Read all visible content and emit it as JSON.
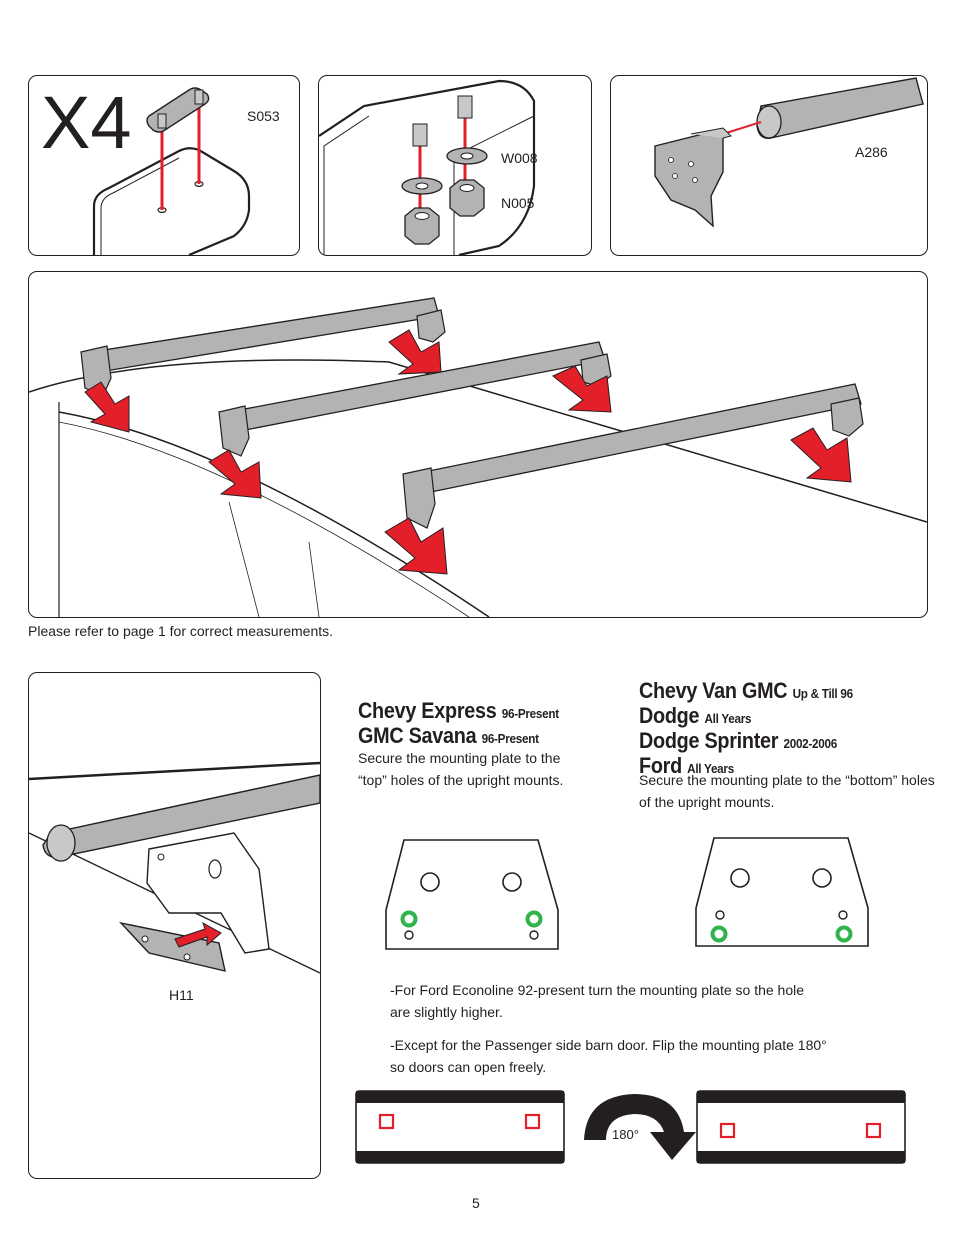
{
  "panels": {
    "s053": {
      "qty": "X4",
      "label": "S053"
    },
    "hardware": {
      "washer_label": "W008",
      "nut_label": "N005"
    },
    "a286": {
      "label": "A286"
    }
  },
  "notes": {
    "measurements": "Please refer to page 1 for correct measurements."
  },
  "h11": {
    "label": "H11"
  },
  "section_top": {
    "lines": [
      {
        "big": "Chevy Express",
        "small": "96-Present"
      },
      {
        "big": "GMC Savana",
        "small": "96-Present"
      }
    ],
    "instruction_1": "Secure the mounting plate to the",
    "instruction_2": "“top” holes of the upright mounts."
  },
  "section_bottom": {
    "lines": [
      {
        "big": "Chevy Van GMC",
        "small": "Up & Till 96"
      },
      {
        "big": "Dodge",
        "small": "All Years"
      },
      {
        "big": "Dodge Sprinter",
        "small": "2002-2006"
      },
      {
        "big": "Ford",
        "small": "All Years"
      }
    ],
    "instruction_1": "Secure the mounting plate to the “bottom” holes",
    "instruction_2": "of the upright mounts."
  },
  "ford_note": {
    "line1": "-For Ford Econoline 92-present turn the mounting plate so the hole",
    "line2": "are slightly higher."
  },
  "barn_note": {
    "line1": "-Except for the Passenger side barn door. Flip the mounting plate 180°",
    "line2": "so doors can open freely."
  },
  "rotation": {
    "label": "180°"
  },
  "page_number": "5",
  "colors": {
    "arrow_red": "#e3202a",
    "hole_green": "#2fb34a",
    "square_red": "#e3202a",
    "part_gray": "#b3b3b3"
  }
}
